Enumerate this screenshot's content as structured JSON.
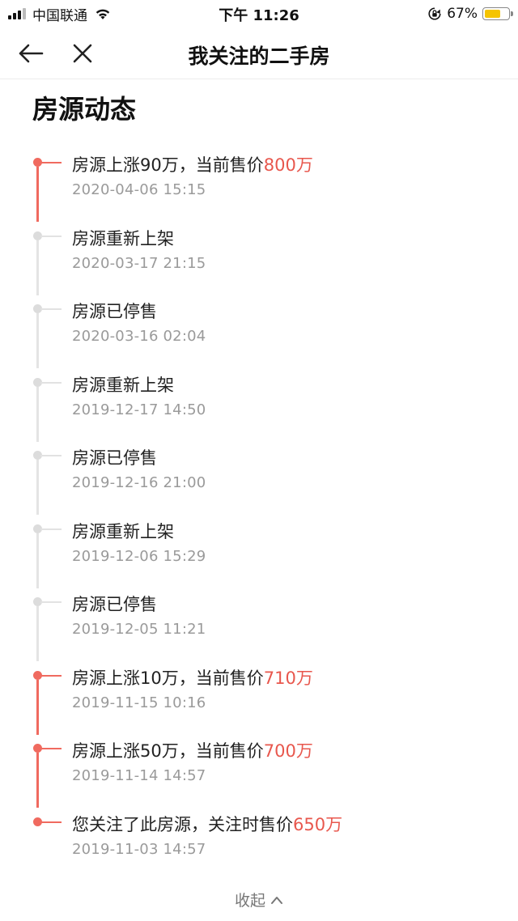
{
  "status_bar": {
    "carrier": "中国联通",
    "time": "下午 11:26",
    "battery_percent": "67%",
    "battery_level": 0.67,
    "signal_icon": "signal-bars-icon",
    "wifi_icon": "wifi-icon",
    "rotation_lock_icon": "rotation-lock-icon"
  },
  "nav": {
    "title": "我关注的二手房",
    "back_icon": "arrow-left-icon",
    "close_icon": "close-icon"
  },
  "section": {
    "title": "房源动态"
  },
  "timeline": [
    {
      "prefix": "房源上涨90万，当前售价",
      "price": "800万",
      "time": "2020-04-06 15:15",
      "style": "red"
    },
    {
      "prefix": "房源重新上架",
      "price": "",
      "time": "2020-03-17 21:15",
      "style": "gray"
    },
    {
      "prefix": "房源已停售",
      "price": "",
      "time": "2020-03-16 02:04",
      "style": "gray"
    },
    {
      "prefix": "房源重新上架",
      "price": "",
      "time": "2019-12-17 14:50",
      "style": "gray"
    },
    {
      "prefix": "房源已停售",
      "price": "",
      "time": "2019-12-16 21:00",
      "style": "gray"
    },
    {
      "prefix": "房源重新上架",
      "price": "",
      "time": "2019-12-06 15:29",
      "style": "gray"
    },
    {
      "prefix": "房源已停售",
      "price": "",
      "time": "2019-12-05 11:21",
      "style": "gray"
    },
    {
      "prefix": "房源上涨10万，当前售价",
      "price": "710万",
      "time": "2019-11-15 10:16",
      "style": "red"
    },
    {
      "prefix": "房源上涨50万，当前售价",
      "price": "700万",
      "time": "2019-11-14 14:57",
      "style": "red"
    },
    {
      "prefix": "您关注了此房源，关注时售价",
      "price": "650万",
      "time": "2019-11-03 14:57",
      "style": "red"
    }
  ],
  "collapse": {
    "label": "收起",
    "icon": "chevron-up-icon"
  },
  "colors": {
    "accent_red": "#f06a5f",
    "price_red": "#e8574d",
    "gray_dot": "#dcdcdc"
  }
}
